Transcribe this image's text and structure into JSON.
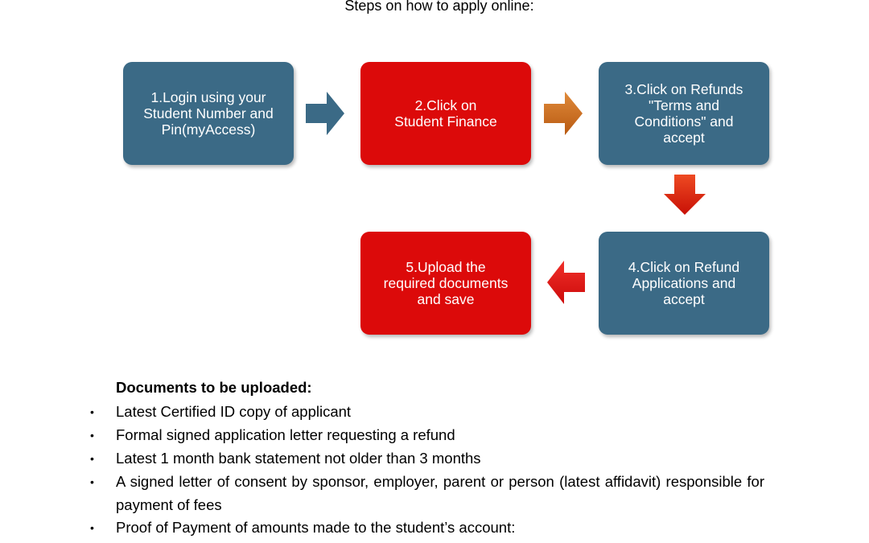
{
  "heading": "Steps on how to apply online:",
  "colors": {
    "blue_box": "#3b6a86",
    "red_box": "#dc0a0a",
    "blue_arrow": "#3b6a86",
    "orange_arrow": "#c86a1c",
    "red_arrow": "#e22510"
  },
  "steps": [
    {
      "label": "1.Login using your Student Number and Pin(myAccess)",
      "color": "blue"
    },
    {
      "label": "2.Click on Student Finance",
      "color": "red"
    },
    {
      "label": "3.Click on Refunds \"Terms and Conditions\" and accept",
      "color": "blue"
    },
    {
      "label": "4.Click on Refund Applications and accept",
      "color": "blue"
    },
    {
      "label": "5.Upload the required documents and save",
      "color": "red"
    }
  ],
  "documents": {
    "heading": "Documents to be uploaded:",
    "bullet": "•",
    "items": [
      "Latest Certified ID copy of applicant",
      "Formal signed application letter requesting a refund",
      "Latest 1 month bank statement not older than 3 months",
      "A signed letter of consent by sponsor, employer, parent or person (latest affidavit) responsible for payment of fees",
      "Proof of Payment of amounts made to the student’s account:"
    ]
  }
}
